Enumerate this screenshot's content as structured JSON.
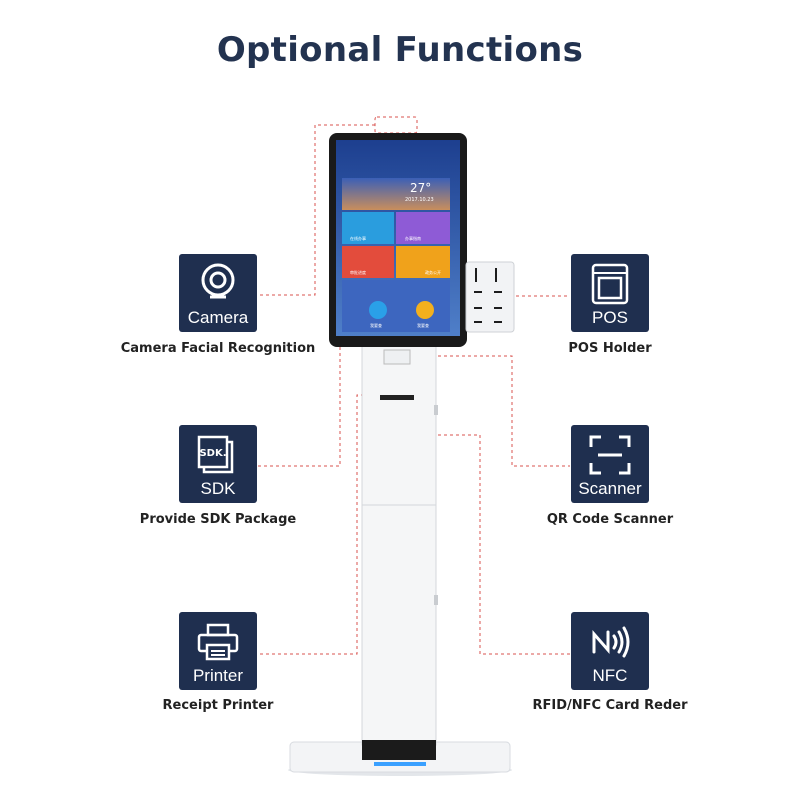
{
  "title": "Optional Functions",
  "features": {
    "camera": {
      "label": "Camera",
      "caption": "Camera Facial Recognition"
    },
    "sdk": {
      "label": "SDK",
      "caption": "Provide SDK Package",
      "icon_text": "SDK."
    },
    "printer": {
      "label": "Printer",
      "caption": "Receipt Printer"
    },
    "pos": {
      "label": "POS",
      "caption": "POS Holder"
    },
    "scanner": {
      "label": "Scanner",
      "caption": "QR Code Scanner"
    },
    "nfc": {
      "label": "NFC",
      "caption": "RFID/NFC Card Reder"
    }
  },
  "screen": {
    "temperature": "27°",
    "date": "2017.10.23",
    "tiles": [
      "在线办事",
      "办事指南",
      "审批进度",
      "政务公开"
    ],
    "buttons": [
      "我要查",
      "我要查"
    ]
  },
  "colors": {
    "tile": "#1f2f4f",
    "title": "#233350",
    "leader_line": "#d9534f"
  }
}
